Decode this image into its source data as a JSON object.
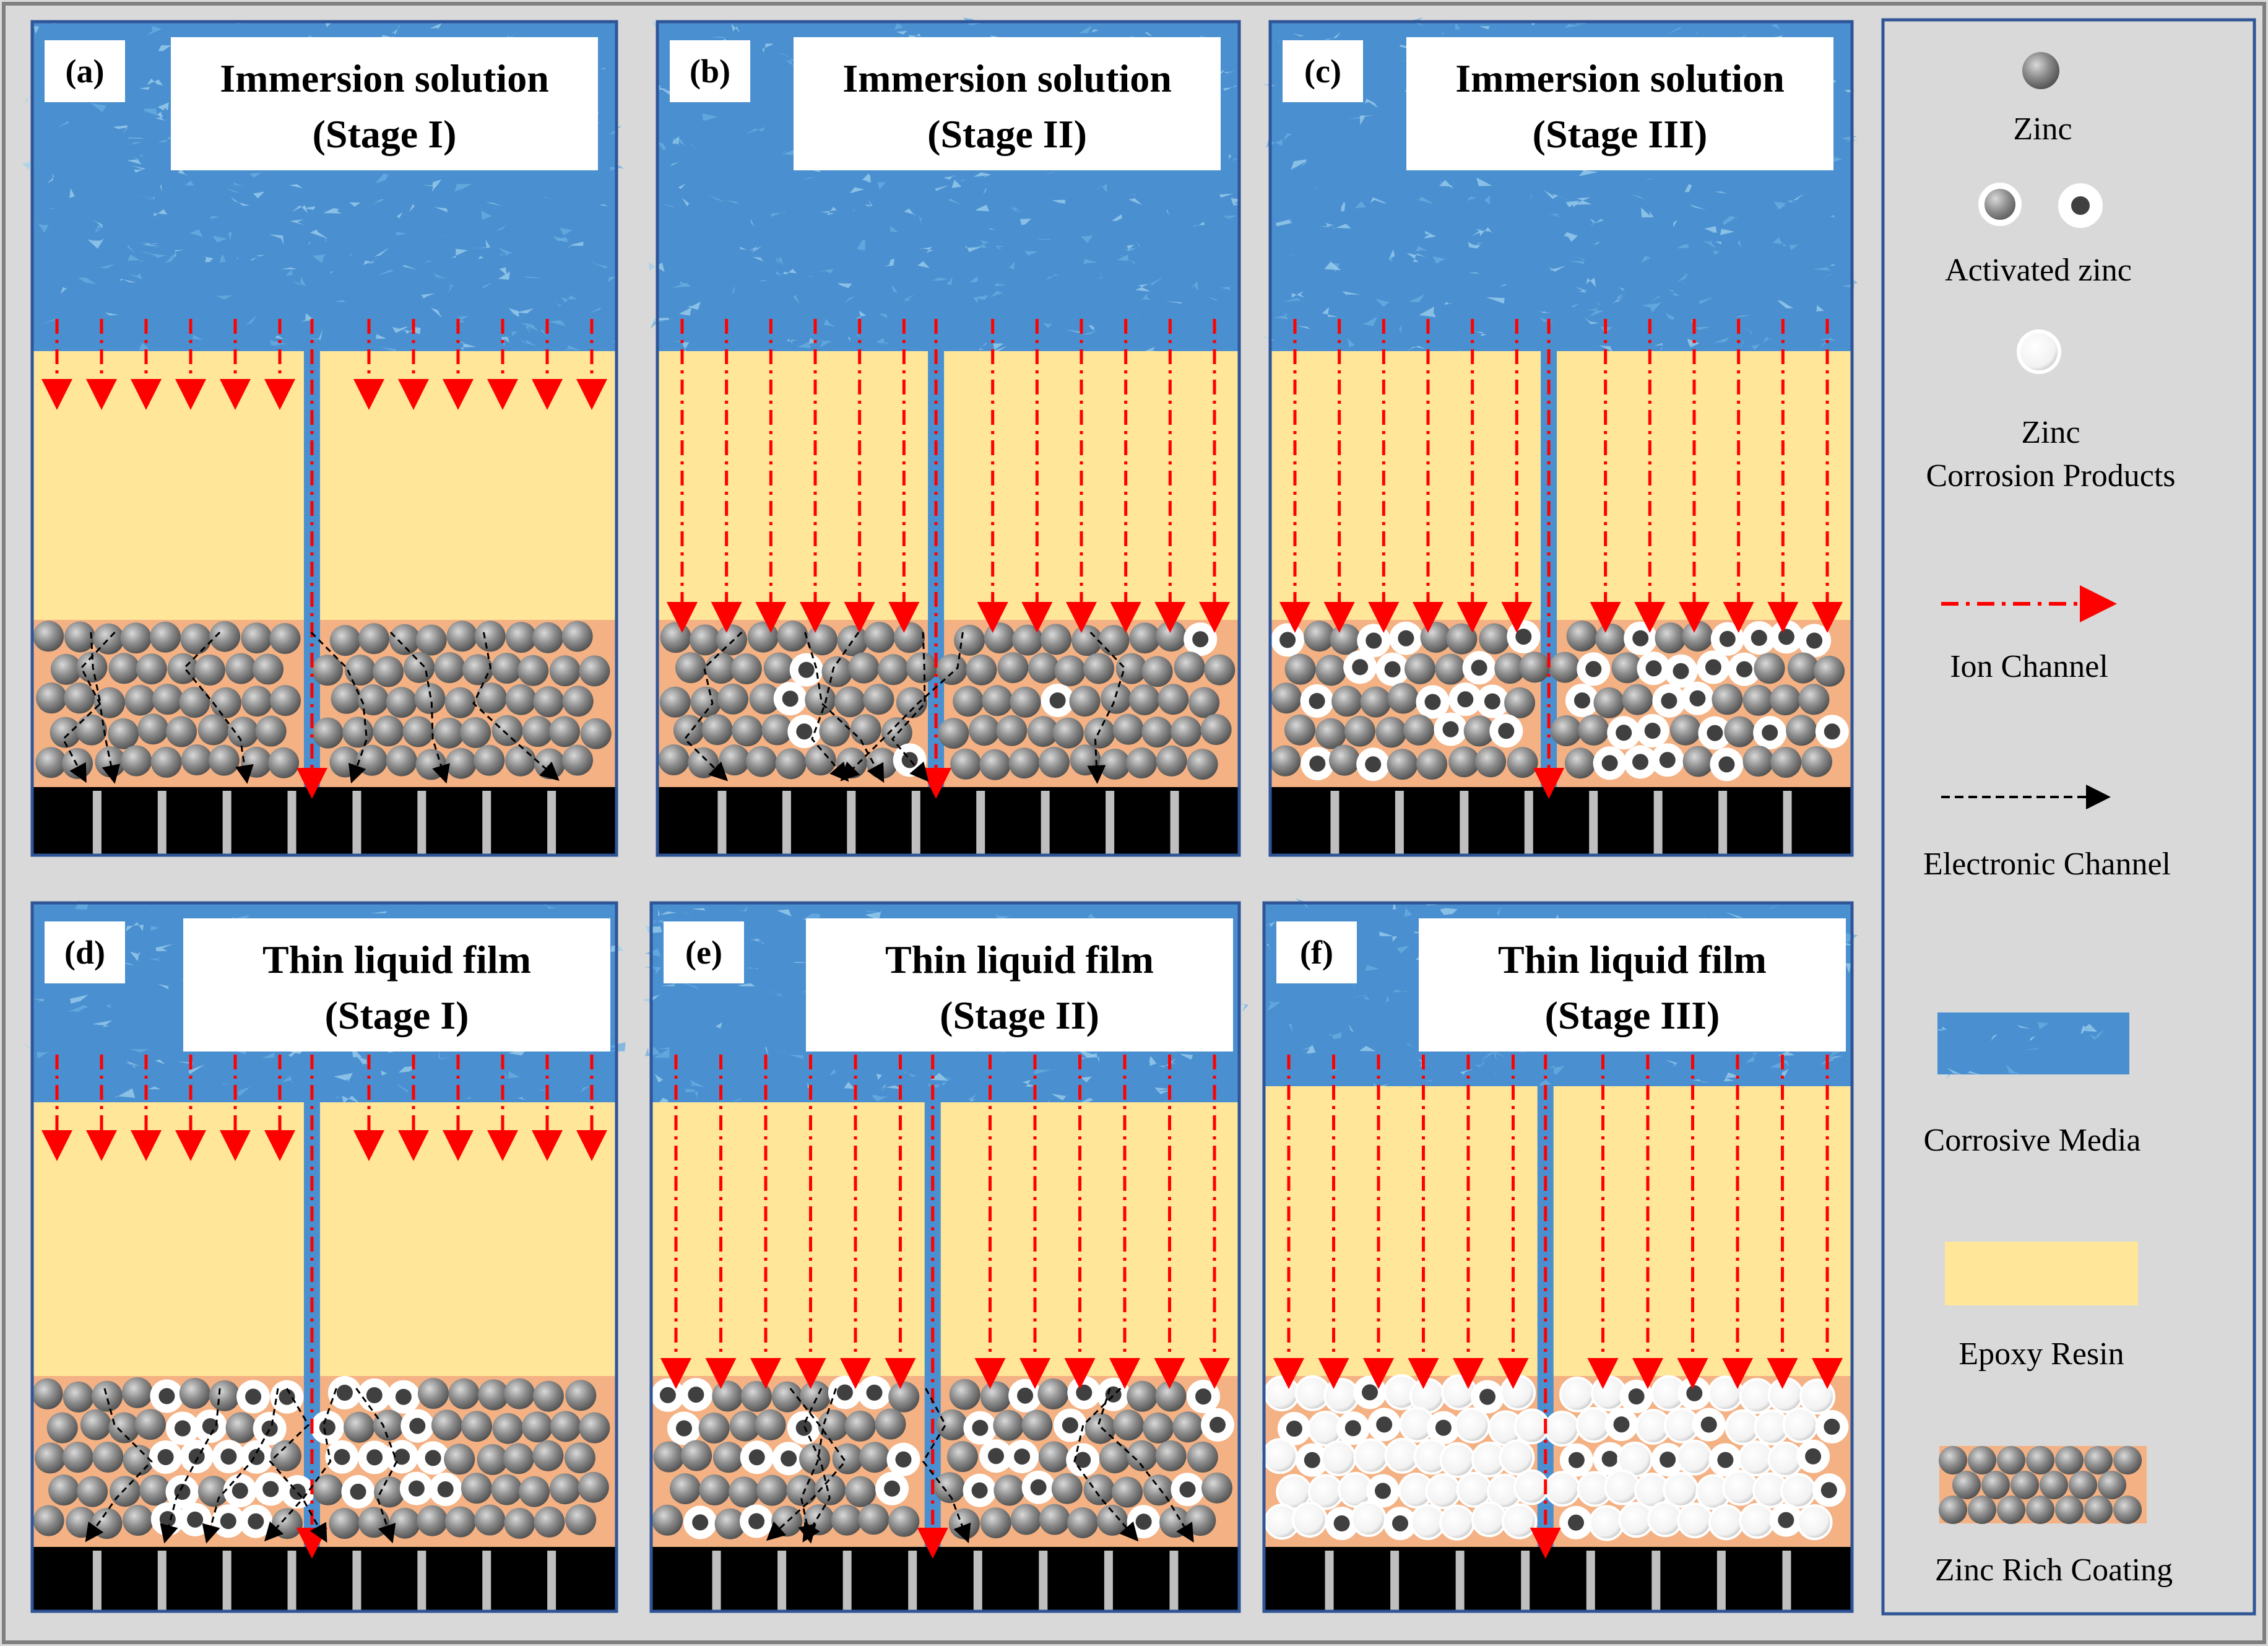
{
  "panels": [
    {
      "tag": "(a)",
      "title_line1": "Immersion solution",
      "title_line2": "(Stage I)",
      "stage": 1,
      "film": false
    },
    {
      "tag": "(b)",
      "title_line1": "Immersion solution",
      "title_line2": "(Stage II)",
      "stage": 2,
      "film": false
    },
    {
      "tag": "(c)",
      "title_line1": "Immersion solution",
      "title_line2": "(Stage III)",
      "stage": 3,
      "film": false
    },
    {
      "tag": "(d)",
      "title_line1": "Thin liquid film",
      "title_line2": "(Stage I)",
      "stage": 1,
      "film": true
    },
    {
      "tag": "(e)",
      "title_line1": "Thin liquid film",
      "title_line2": "(Stage II)",
      "stage": 2,
      "film": true
    },
    {
      "tag": "(f)",
      "title_line1": "Thin liquid film",
      "title_line2": "(Stage III)",
      "stage": 3,
      "film": true
    }
  ],
  "legend": {
    "zinc": "Zinc",
    "activated_zinc": "Activated zinc",
    "corrosion_line1": "Zinc",
    "corrosion_line2": "Corrosion Products",
    "ion_channel": "Ion Channel",
    "electronic_channel": "Electronic Channel",
    "corrosive_media": "Corrosive Media",
    "epoxy_resin": "Epoxy Resin",
    "zinc_rich_coating": "Zinc Rich Coating"
  },
  "colors": {
    "background": "#d9d9d9",
    "panel_border": "#2f5597",
    "corrosive_media": "#4a8fd0",
    "corrosive_media_light": "#9fd0ee",
    "epoxy_resin": "#ffe699",
    "zinc_rich_coating": "#f4b183",
    "zinc": "#8a8a8a",
    "ion_channel": "#ff0000",
    "electronic_channel": "#000000",
    "substrate": "#000000",
    "substrate_gap": "#bfbfbf"
  }
}
